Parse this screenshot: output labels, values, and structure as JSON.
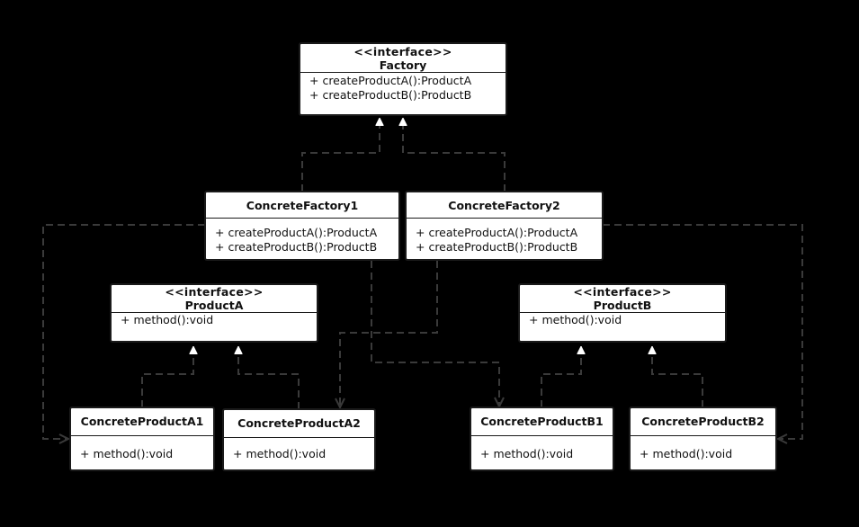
{
  "factory": {
    "stereotype": "<<interface>>",
    "name": "Factory",
    "methods": [
      "+ createProductA():ProductA",
      "+ createProductB():ProductB"
    ]
  },
  "concrete_factory_1": {
    "name": "ConcreteFactory1",
    "methods": [
      "+ createProductA():ProductA",
      "+ createProductB():ProductB"
    ]
  },
  "concrete_factory_2": {
    "name": "ConcreteFactory2",
    "methods": [
      "+ createProductA():ProductA",
      "+ createProductB():ProductB"
    ]
  },
  "product_a": {
    "stereotype": "<<interface>>",
    "name": "ProductA",
    "methods": [
      "+ method():void"
    ]
  },
  "product_b": {
    "stereotype": "<<interface>>",
    "name": "ProductB",
    "methods": [
      "+ method():void"
    ]
  },
  "concrete_product_a1": {
    "name": "ConcreteProductA1",
    "methods": [
      "+ method():void"
    ]
  },
  "concrete_product_a2": {
    "name": "ConcreteProductA2",
    "methods": [
      "+ method():void"
    ]
  },
  "concrete_product_b1": {
    "name": "ConcreteProductB1",
    "methods": [
      "+ method():void"
    ]
  },
  "concrete_product_b2": {
    "name": "ConcreteProductB2",
    "methods": [
      "+ method():void"
    ]
  },
  "colors": {
    "background": "#000000",
    "box_fill": "#ffffff",
    "line": "#3a3a3a",
    "text": "#111111"
  }
}
